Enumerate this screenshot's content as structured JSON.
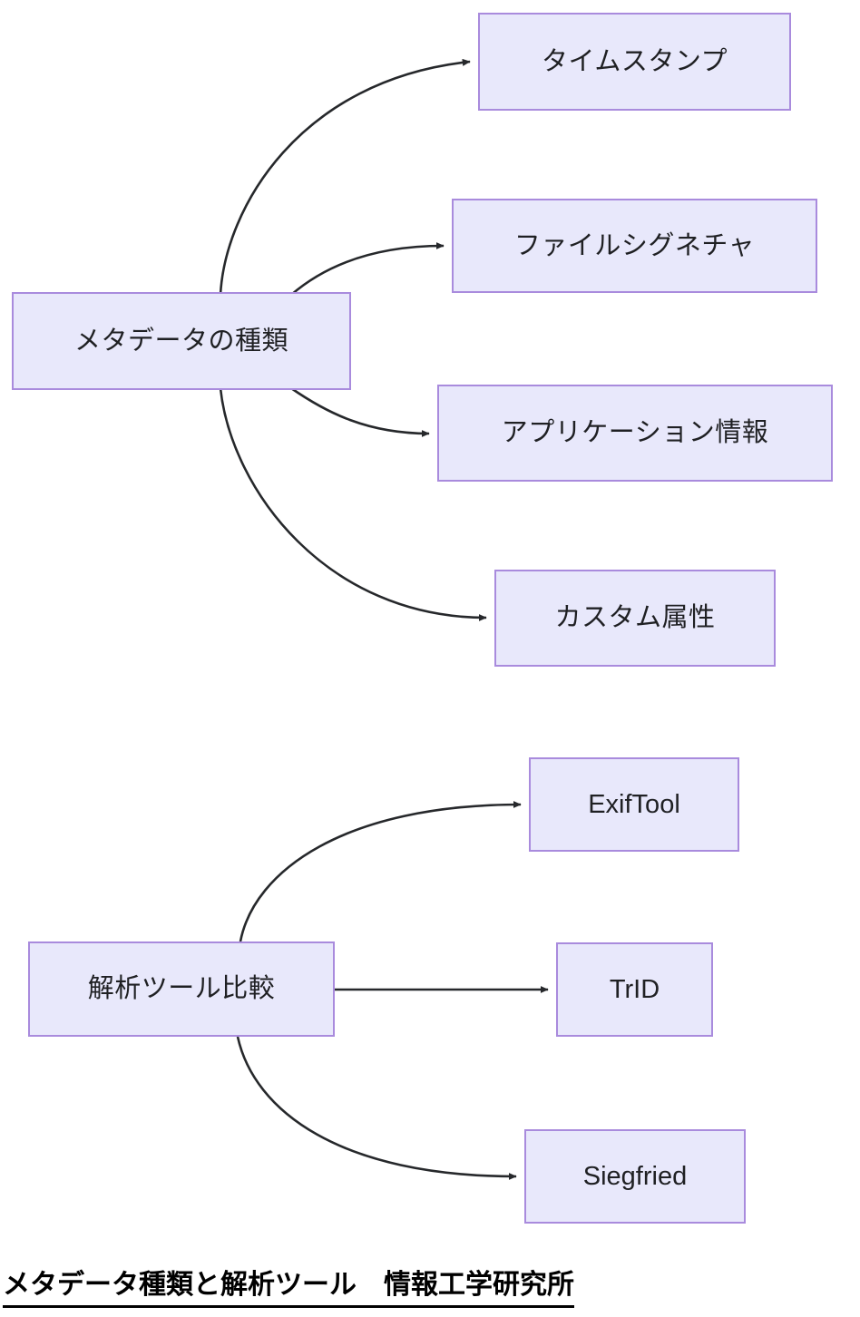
{
  "diagram": {
    "type": "flowchart",
    "direction": "left-to-right",
    "clusters": [
      {
        "id": "metadata-types",
        "root": {
          "id": "metadata-types-root",
          "label": "メタデータの種類"
        },
        "children": [
          {
            "id": "timestamp",
            "label": "タイムスタンプ"
          },
          {
            "id": "file-signature",
            "label": "ファイルシグネチャ"
          },
          {
            "id": "application-info",
            "label": "アプリケーション情報"
          },
          {
            "id": "custom-attributes",
            "label": "カスタム属性"
          }
        ]
      },
      {
        "id": "analysis-tools",
        "root": {
          "id": "analysis-tools-root",
          "label": "解析ツール比較"
        },
        "children": [
          {
            "id": "exiftool",
            "label": "ExifTool"
          },
          {
            "id": "trid",
            "label": "TrID"
          },
          {
            "id": "siegfried",
            "label": "Siegfried"
          }
        ]
      }
    ],
    "edges": [
      {
        "from": "メタデータの種類",
        "to": "タイムスタンプ"
      },
      {
        "from": "メタデータの種類",
        "to": "ファイルシグネチャ"
      },
      {
        "from": "メタデータの種類",
        "to": "アプリケーション情報"
      },
      {
        "from": "メタデータの種類",
        "to": "カスタム属性"
      },
      {
        "from": "解析ツール比較",
        "to": "ExifTool"
      },
      {
        "from": "解析ツール比較",
        "to": "TrID"
      },
      {
        "from": "解析ツール比較",
        "to": "Siegfried"
      }
    ],
    "colors": {
      "node_fill": "#e8e8fb",
      "node_border": "#a98bdd",
      "node_text": "#1f2023",
      "edge": "#26282b",
      "background": "#ffffff",
      "caption_text": "#000000"
    }
  },
  "caption": {
    "text": "メタデータ種類と解析ツール　情報工学研究所"
  }
}
